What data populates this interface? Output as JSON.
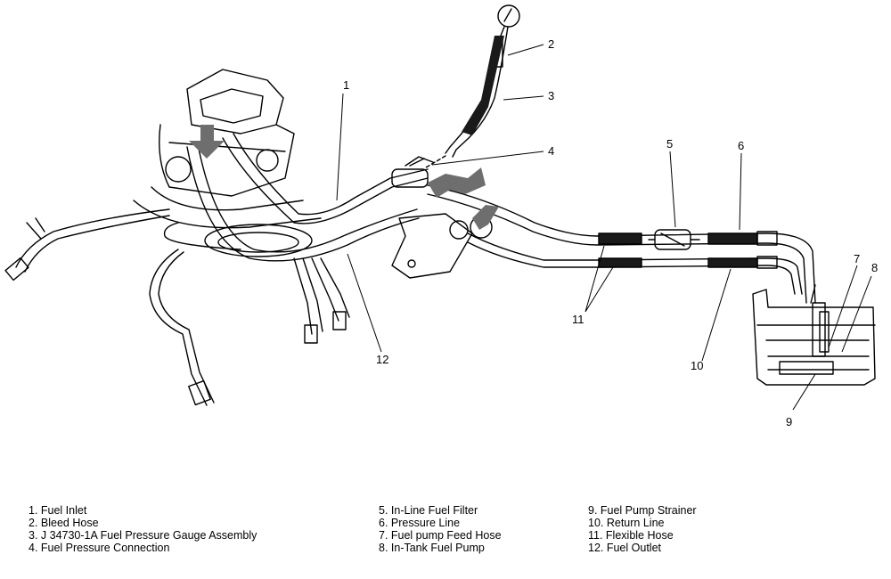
{
  "callouts": [
    "1",
    "2",
    "3",
    "4",
    "5",
    "6",
    "7",
    "8",
    "9",
    "10",
    "11",
    "12"
  ],
  "legend": {
    "col1": [
      "1.  Fuel Inlet",
      "2.  Bleed Hose",
      "3.  J 34730-1A Fuel Pressure Gauge Assembly",
      "4.  Fuel Pressure Connection"
    ],
    "col2": [
      "5.  In-Line Fuel Filter",
      "6.  Pressure Line",
      "7.  Fuel pump Feed Hose",
      "8.  In-Tank Fuel Pump"
    ],
    "col3": [
      "9.  Fuel Pump Strainer",
      "10.  Return Line",
      "11.  Flexible Hose",
      "12.  Fuel Outlet"
    ]
  },
  "colors": {
    "line": "#000000",
    "arrow": "#6e6e6e",
    "hose": "#1a1a1a"
  },
  "icons": [
    "pressure-gauge-icon",
    "fuel-filter-icon",
    "fuel-tank-icon",
    "engine-assembly-icon"
  ]
}
